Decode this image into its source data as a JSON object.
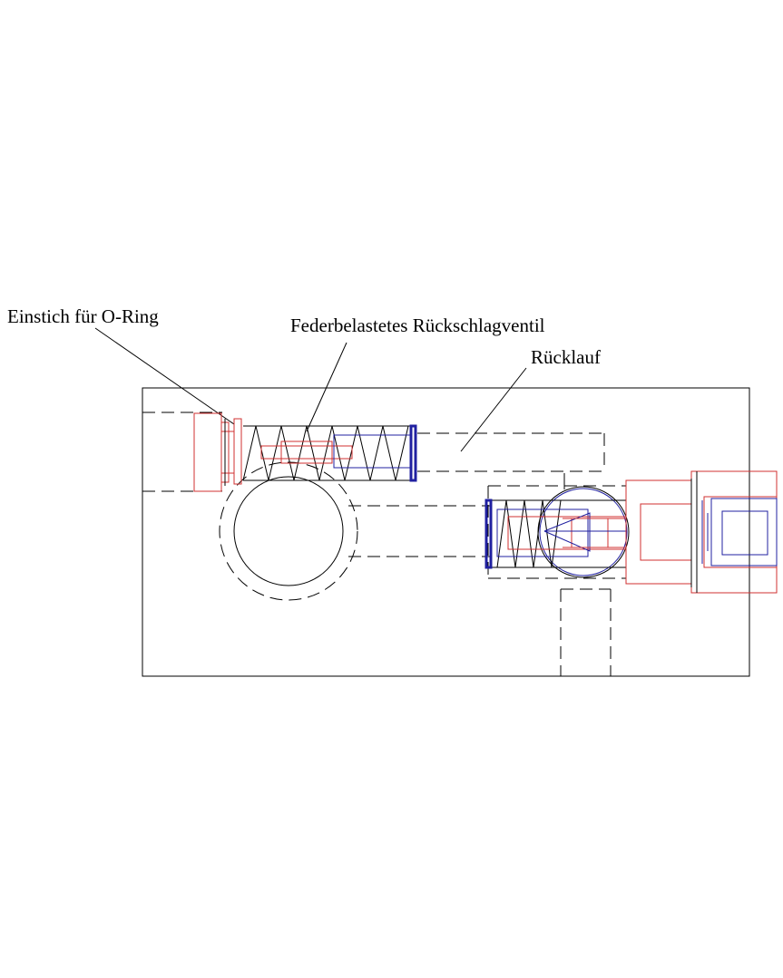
{
  "labels": {
    "o_ring_groove": "Einstich für O-Ring",
    "check_valve": "Federbelastetes Rückschlagventil",
    "return_line": "Rücklauf"
  },
  "colors": {
    "outline": "#000000",
    "parts_red": "#d03030",
    "parts_blue": "#2020a0",
    "background": "#ffffff"
  }
}
